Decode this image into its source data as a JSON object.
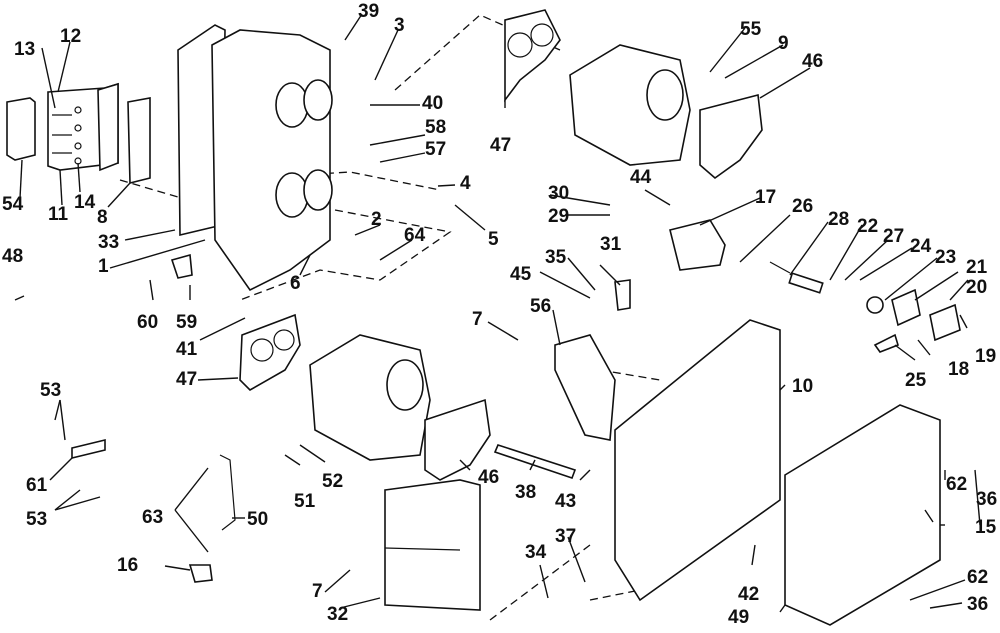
{
  "diagram": {
    "title": "Exploded parts diagram - intake manifold, carburetors and fuel pump",
    "colors": {
      "ink": "#111111",
      "background": "#ffffff"
    },
    "callouts": [
      {
        "id": "1",
        "label": "1"
      },
      {
        "id": "2",
        "label": "2"
      },
      {
        "id": "3",
        "label": "3"
      },
      {
        "id": "4",
        "label": "4"
      },
      {
        "id": "5",
        "label": "5"
      },
      {
        "id": "6",
        "label": "6"
      },
      {
        "id": "7a",
        "label": "7"
      },
      {
        "id": "7b",
        "label": "7"
      },
      {
        "id": "8",
        "label": "8"
      },
      {
        "id": "9",
        "label": "9"
      },
      {
        "id": "10",
        "label": "10"
      },
      {
        "id": "11",
        "label": "11"
      },
      {
        "id": "12",
        "label": "12"
      },
      {
        "id": "13",
        "label": "13"
      },
      {
        "id": "14",
        "label": "14"
      },
      {
        "id": "15",
        "label": "15"
      },
      {
        "id": "16",
        "label": "16"
      },
      {
        "id": "17",
        "label": "17"
      },
      {
        "id": "18",
        "label": "18"
      },
      {
        "id": "19",
        "label": "19"
      },
      {
        "id": "20",
        "label": "20"
      },
      {
        "id": "21",
        "label": "21"
      },
      {
        "id": "22",
        "label": "22"
      },
      {
        "id": "23",
        "label": "23"
      },
      {
        "id": "24",
        "label": "24"
      },
      {
        "id": "25",
        "label": "25"
      },
      {
        "id": "26",
        "label": "26"
      },
      {
        "id": "27",
        "label": "27"
      },
      {
        "id": "28",
        "label": "28"
      },
      {
        "id": "29",
        "label": "29"
      },
      {
        "id": "30",
        "label": "30"
      },
      {
        "id": "31",
        "label": "31"
      },
      {
        "id": "32",
        "label": "32"
      },
      {
        "id": "33",
        "label": "33"
      },
      {
        "id": "34",
        "label": "34"
      },
      {
        "id": "35",
        "label": "35"
      },
      {
        "id": "36a",
        "label": "36"
      },
      {
        "id": "36b",
        "label": "36"
      },
      {
        "id": "37",
        "label": "37"
      },
      {
        "id": "38",
        "label": "38"
      },
      {
        "id": "39",
        "label": "39"
      },
      {
        "id": "40",
        "label": "40"
      },
      {
        "id": "41",
        "label": "41"
      },
      {
        "id": "42",
        "label": "42"
      },
      {
        "id": "43",
        "label": "43"
      },
      {
        "id": "44",
        "label": "44"
      },
      {
        "id": "45",
        "label": "45"
      },
      {
        "id": "46a",
        "label": "46"
      },
      {
        "id": "46b",
        "label": "46"
      },
      {
        "id": "47a",
        "label": "47"
      },
      {
        "id": "47b",
        "label": "47"
      },
      {
        "id": "48",
        "label": "48"
      },
      {
        "id": "49",
        "label": "49"
      },
      {
        "id": "50",
        "label": "50"
      },
      {
        "id": "51",
        "label": "51"
      },
      {
        "id": "52",
        "label": "52"
      },
      {
        "id": "53a",
        "label": "53"
      },
      {
        "id": "53b",
        "label": "53"
      },
      {
        "id": "54",
        "label": "54"
      },
      {
        "id": "55",
        "label": "55"
      },
      {
        "id": "56",
        "label": "56"
      },
      {
        "id": "57",
        "label": "57"
      },
      {
        "id": "58",
        "label": "58"
      },
      {
        "id": "59",
        "label": "59"
      },
      {
        "id": "60",
        "label": "60"
      },
      {
        "id": "61",
        "label": "61"
      },
      {
        "id": "62a",
        "label": "62"
      },
      {
        "id": "62b",
        "label": "62"
      },
      {
        "id": "63",
        "label": "63"
      },
      {
        "id": "64",
        "label": "64"
      }
    ]
  }
}
